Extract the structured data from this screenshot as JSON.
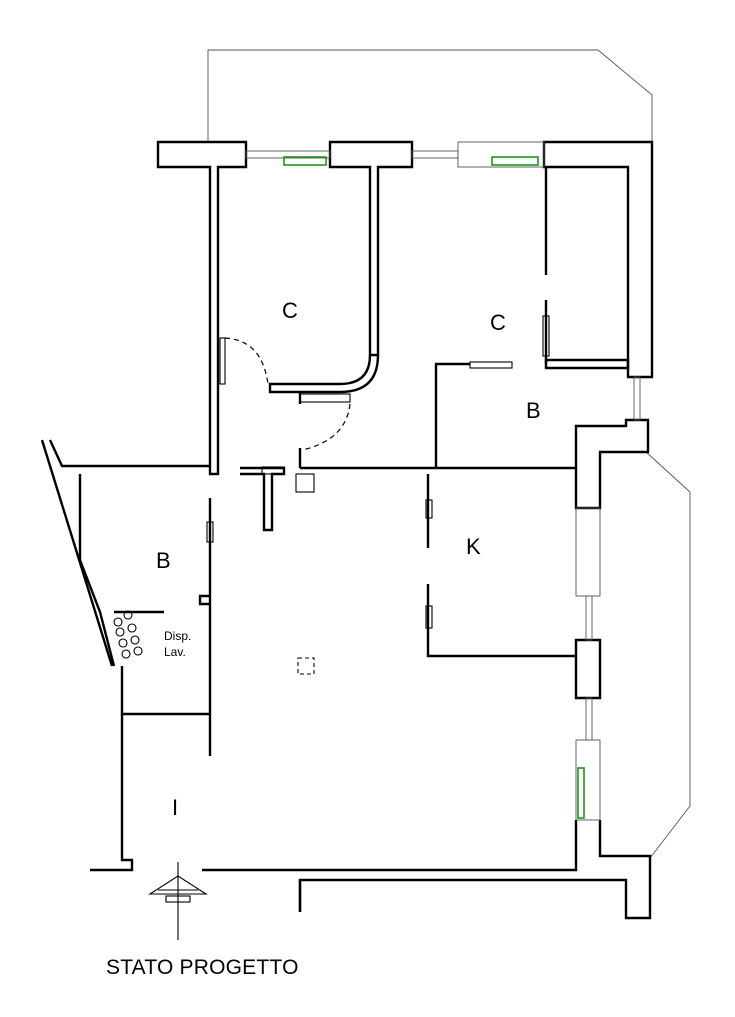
{
  "rooms": {
    "bedroom_1": "C",
    "bedroom_2": "C",
    "bath_1": "B",
    "bath_2": "B",
    "kitchen": "K",
    "entrance": "I"
  },
  "closet": {
    "line1": "Disp.",
    "line2": "Lav."
  },
  "caption": "STATO PROGETTO",
  "colors": {
    "walls": "#000000",
    "windows": "#1a9a1a"
  }
}
